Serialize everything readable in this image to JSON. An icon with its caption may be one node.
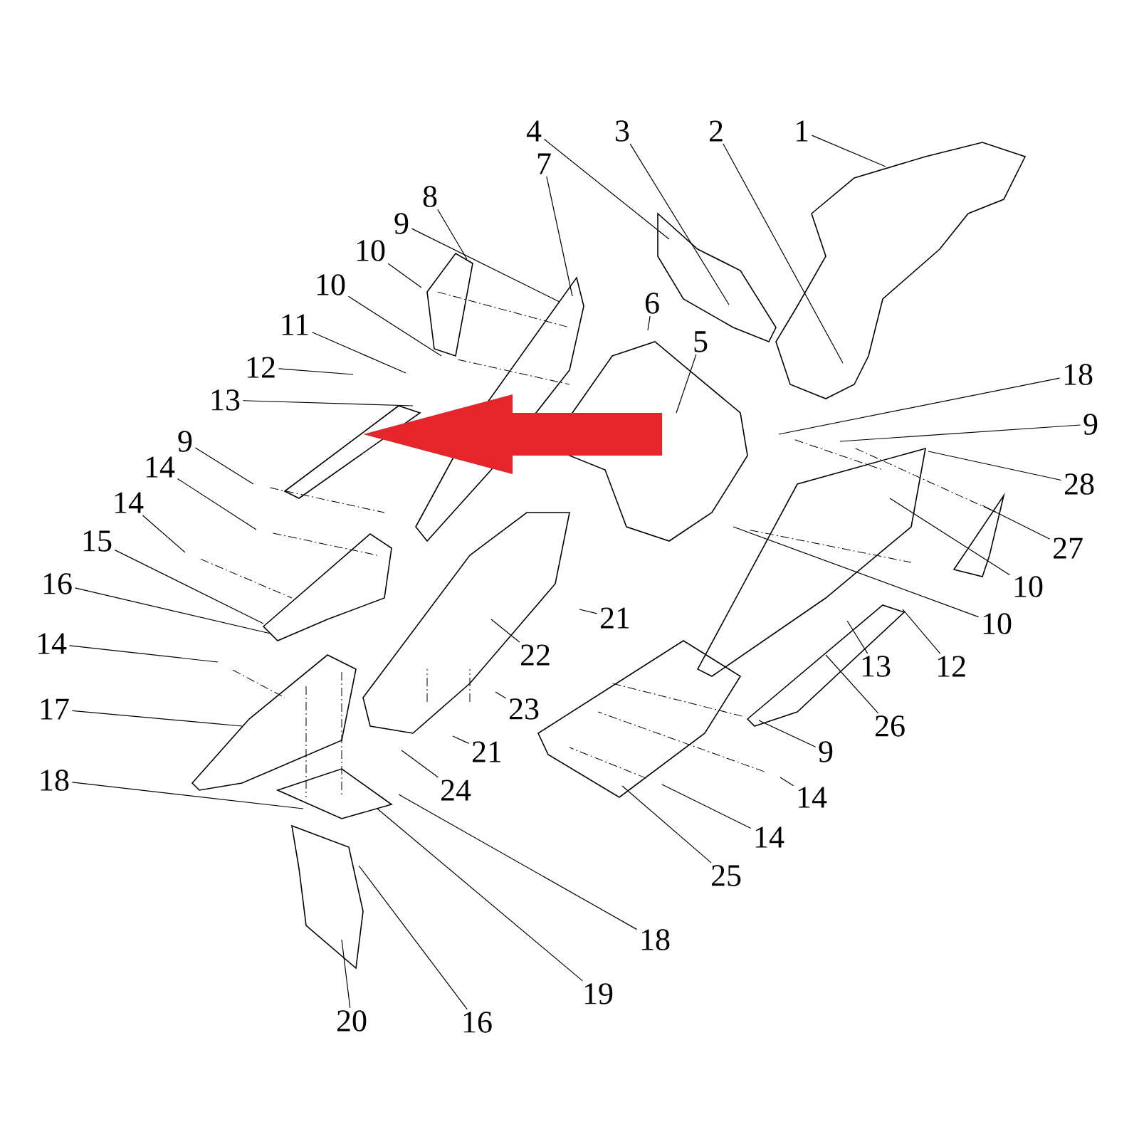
{
  "diagram": {
    "nodes": [
      {
        "text": [
          "1"
        ]
      },
      {
        "text": [
          "2"
        ]
      },
      {
        "text": [
          "3"
        ]
      },
      {
        "text": [
          "4"
        ]
      },
      {
        "text": [
          "7"
        ]
      },
      {
        "text": [
          "8"
        ]
      },
      {
        "text": [
          "9"
        ]
      },
      {
        "text": [
          "10"
        ]
      },
      {
        "text": [
          "6"
        ]
      },
      {
        "text": [
          "10"
        ]
      },
      {
        "text": [
          "11"
        ]
      },
      {
        "text": [
          "5"
        ]
      },
      {
        "text": [
          "12"
        ]
      },
      {
        "text": [
          "18"
        ]
      },
      {
        "text": [
          "13"
        ]
      },
      {
        "text": [
          "9"
        ]
      },
      {
        "text": [
          "9"
        ]
      },
      {
        "text": [
          "14"
        ]
      },
      {
        "text": [
          "28"
        ]
      },
      {
        "text": [
          "14"
        ]
      },
      {
        "text": [
          "15"
        ]
      },
      {
        "text": [
          "27"
        ]
      },
      {
        "text": [
          "16"
        ]
      },
      {
        "text": [
          "10"
        ]
      },
      {
        "text": [
          "21"
        ]
      },
      {
        "text": [
          "10"
        ]
      },
      {
        "text": [
          "14"
        ]
      },
      {
        "text": [
          "22"
        ]
      },
      {
        "text": [
          "13"
        ]
      },
      {
        "text": [
          "12"
        ]
      },
      {
        "text": [
          "17"
        ]
      },
      {
        "text": [
          "23"
        ]
      },
      {
        "text": [
          "26"
        ]
      },
      {
        "text": [
          "24"
        ]
      },
      {
        "text": [
          "21"
        ]
      },
      {
        "text": [
          "9"
        ]
      },
      {
        "text": [
          "18"
        ]
      },
      {
        "text": [
          "14"
        ]
      },
      {
        "text": [
          "14"
        ]
      },
      {
        "text": [
          "25"
        ]
      },
      {
        "text": [
          "18"
        ]
      },
      {
        "text": [
          "19"
        ]
      },
      {
        "text": [
          "20"
        ]
      },
      {
        "text": [
          "16"
        ]
      }
    ],
    "edges": [
      {
        "from": 0,
        "to": null,
        "arrow": "none"
      },
      {
        "from": 1,
        "to": null,
        "arrow": "none"
      },
      {
        "from": 2,
        "to": null,
        "arrow": "none"
      },
      {
        "from": 3,
        "to": null,
        "arrow": "none"
      },
      {
        "from": 4,
        "to": null,
        "arrow": "none"
      },
      {
        "from": 5,
        "to": null,
        "arrow": "none"
      },
      {
        "from": 6,
        "to": null,
        "arrow": "none"
      },
      {
        "from": 7,
        "to": null,
        "arrow": "none"
      },
      {
        "from": 8,
        "to": null,
        "arrow": "none"
      },
      {
        "from": 9,
        "to": null,
        "arrow": "none"
      },
      {
        "from": 10,
        "to": null,
        "arrow": "none"
      },
      {
        "from": 11,
        "to": null,
        "arrow": "none"
      },
      {
        "from": 12,
        "to": null,
        "arrow": "none"
      },
      {
        "from": 13,
        "to": null,
        "arrow": "none"
      },
      {
        "from": 14,
        "to": null,
        "arrow": "none"
      },
      {
        "from": 15,
        "to": null,
        "arrow": "none"
      },
      {
        "from": 16,
        "to": null,
        "arrow": "none"
      },
      {
        "from": 17,
        "to": null,
        "arrow": "none"
      },
      {
        "from": 18,
        "to": null,
        "arrow": "none"
      },
      {
        "from": 19,
        "to": null,
        "arrow": "none"
      },
      {
        "from": 20,
        "to": null,
        "arrow": "none"
      },
      {
        "from": 21,
        "to": null,
        "arrow": "none"
      },
      {
        "from": 22,
        "to": null,
        "arrow": "none"
      },
      {
        "from": 23,
        "to": null,
        "arrow": "none"
      },
      {
        "from": 24,
        "to": null,
        "arrow": "none"
      },
      {
        "from": 25,
        "to": null,
        "arrow": "none"
      },
      {
        "from": 26,
        "to": null,
        "arrow": "none"
      },
      {
        "from": 27,
        "to": null,
        "arrow": "none"
      },
      {
        "from": 28,
        "to": null,
        "arrow": "none"
      },
      {
        "from": 29,
        "to": null,
        "arrow": "none"
      },
      {
        "from": 30,
        "to": null,
        "arrow": "none"
      },
      {
        "from": 31,
        "to": null,
        "arrow": "none"
      },
      {
        "from": 32,
        "to": null,
        "arrow": "none"
      },
      {
        "from": 33,
        "to": null,
        "arrow": "none"
      },
      {
        "from": 34,
        "to": null,
        "arrow": "none"
      },
      {
        "from": 35,
        "to": null,
        "arrow": "none"
      },
      {
        "from": 36,
        "to": null,
        "arrow": "none"
      },
      {
        "from": 37,
        "to": null,
        "arrow": "none"
      },
      {
        "from": 38,
        "to": null,
        "arrow": "none"
      },
      {
        "from": 39,
        "to": null,
        "arrow": "none"
      },
      {
        "from": 40,
        "to": null,
        "arrow": "none"
      },
      {
        "from": 41,
        "to": null,
        "arrow": "none"
      },
      {
        "from": 42,
        "to": null,
        "arrow": "none"
      },
      {
        "from": 43,
        "to": null,
        "arrow": "none"
      }
    ]
  }
}
